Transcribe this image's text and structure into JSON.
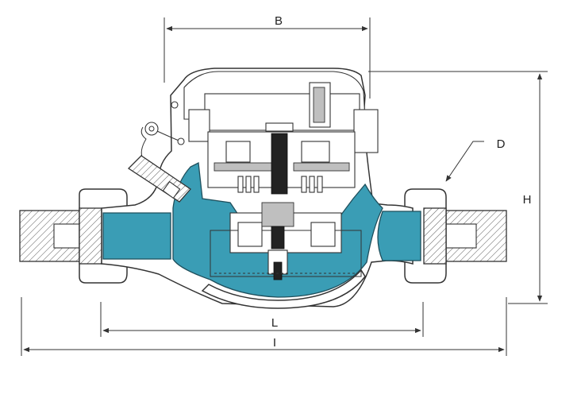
{
  "diagram": {
    "labels": {
      "b": "B",
      "d": "D",
      "h": "H",
      "l": "L",
      "i": "I"
    },
    "colors": {
      "water": "#3a9db5",
      "outline": "#333333",
      "background": "#ffffff"
    }
  }
}
